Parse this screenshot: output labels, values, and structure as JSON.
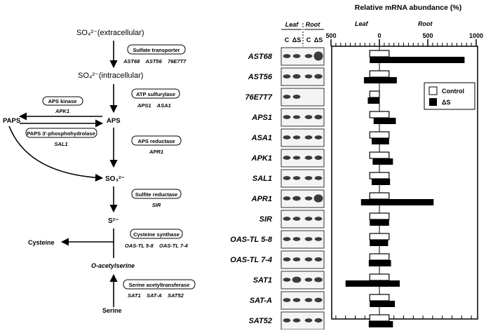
{
  "pathway": {
    "sulfate_ext": "SO₄²⁻(extracellular)",
    "sulfate_int": "SO₄²⁻(intracellular)",
    "aps": "APS",
    "paps": "PAPS",
    "sulfite": "SO₃²⁻",
    "sulfide": "S²⁻",
    "cysteine": "Cysteine",
    "oas": "O-acetylserine",
    "serine": "Serine",
    "enzymes": [
      {
        "name": "Sulfate transporter",
        "genes": "AST68    AST56    76E7T7"
      },
      {
        "name": "ATP sulfurylase",
        "genes": "APS1    ASA1"
      },
      {
        "name": "APS kinase",
        "genes": "APK1"
      },
      {
        "name": "PAPS 3'-phosphohydrolase",
        "genes": "SAL1"
      },
      {
        "name": "APS reductase",
        "genes": "APR1"
      },
      {
        "name": "Sulfite reductase",
        "genes": "SIR"
      },
      {
        "name": "Cysteine synthase",
        "genes": "OAS-TL 5-8    OAS-TL 7-4"
      },
      {
        "name": "Serine acetyltransferase",
        "genes": "SAT1    SAT-A    SAT52"
      }
    ]
  },
  "blot": {
    "leaf_label": "Leaf",
    "root_label": "Root",
    "c_label": "C",
    "ds_label": "ΔS"
  },
  "chart_data": {
    "type": "bar",
    "orientation": "horizontal",
    "title": "Relative mRNA abundance (%)",
    "axis_sides": {
      "left": "Leaf",
      "right": "Root"
    },
    "tick_labels": [
      "500",
      "0",
      "500",
      "1000"
    ],
    "categories": [
      "AST68",
      "AST56",
      "76E7T7",
      "APS1",
      "ASA1",
      "APK1",
      "SAL1",
      "APR1",
      "SIR",
      "OAS-TL 5-8",
      "OAS-TL 7-4",
      "SAT1",
      "SAT-A",
      "SAT52"
    ],
    "series": [
      {
        "name": "Control",
        "leaf": [
          100,
          100,
          100,
          100,
          100,
          100,
          100,
          100,
          100,
          100,
          100,
          100,
          100,
          100
        ],
        "root": [
          100,
          100,
          0,
          100,
          100,
          100,
          100,
          100,
          100,
          100,
          100,
          100,
          100,
          100
        ]
      },
      {
        "name": "ΔS",
        "leaf": [
          100,
          160,
          120,
          60,
          80,
          70,
          80,
          190,
          100,
          100,
          110,
          350,
          100,
          110
        ],
        "root": [
          880,
          180,
          0,
          170,
          100,
          140,
          110,
          560,
          100,
          90,
          120,
          210,
          160,
          140
        ]
      }
    ],
    "legend_position": "top-right",
    "grid": false,
    "colors": {
      "Control": "#ffffff",
      "ΔS": "#000000"
    }
  }
}
